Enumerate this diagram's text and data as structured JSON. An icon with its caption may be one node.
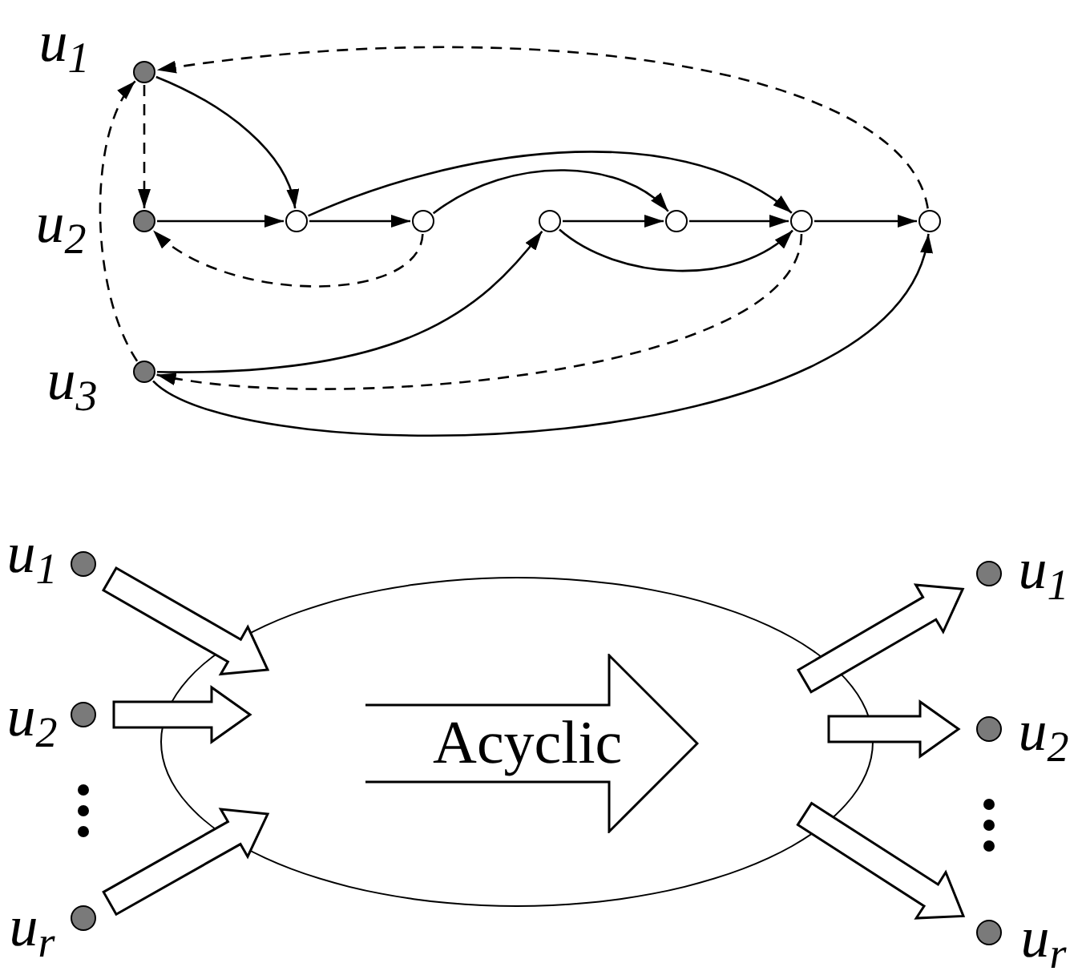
{
  "diagram": {
    "nodes": [
      {
        "text": [],
        "shape": "circle",
        "beside": [
          "u$_{1}$"
        ]
      },
      {
        "text": [],
        "shape": "circle",
        "beside": [
          "u$_{2}$"
        ]
      },
      {
        "text": [],
        "shape": "circle"
      },
      {
        "text": [],
        "shape": "circle"
      },
      {
        "text": [],
        "shape": "circle"
      },
      {
        "text": [],
        "shape": "circle"
      },
      {
        "text": [],
        "shape": "circle"
      },
      {
        "text": [],
        "shape": "circle"
      },
      {
        "text": [],
        "shape": "circle",
        "beside": [
          "u$_{3}$"
        ]
      },
      {
        "text": [],
        "shape": "circle",
        "beside": [
          "u$_{1}$"
        ]
      },
      {
        "text": [],
        "shape": "circle",
        "beside": [
          "u$_{2}$"
        ]
      },
      {
        "text": [],
        "shape": "circle",
        "beside": [
          "u$_{r}$"
        ]
      },
      {
        "text": [],
        "shape": "ellipse"
      },
      {
        "text": [
          "Acyclic"
        ],
        "in": 12
      },
      {
        "text": [],
        "shape": "circle",
        "beside": [
          "u$_{1}$"
        ]
      },
      {
        "text": [],
        "shape": "circle",
        "beside": [
          "u$_{2}$"
        ]
      },
      {
        "text": [],
        "shape": "circle",
        "beside": [
          "u$_{r}$"
        ]
      }
    ],
    "edges": [
      {
        "from": 0,
        "to": 1,
        "arrow": "to",
        "style": "dashed"
      },
      {
        "from": 0,
        "to": 2,
        "arrow": "to"
      },
      {
        "from": 1,
        "to": 2,
        "arrow": "to"
      },
      {
        "from": 2,
        "to": 3,
        "arrow": "to"
      },
      {
        "from": 3,
        "to": 1,
        "arrow": "to",
        "style": "dashed"
      },
      {
        "from": 2,
        "to": 6,
        "arrow": "to"
      },
      {
        "from": 3,
        "to": 5,
        "arrow": "to"
      },
      {
        "from": 4,
        "to": 5,
        "arrow": "to"
      },
      {
        "from": 5,
        "to": 6,
        "arrow": "to"
      },
      {
        "from": 4,
        "to": 6,
        "arrow": "to"
      },
      {
        "from": 6,
        "to": 7,
        "arrow": "to"
      },
      {
        "from": 8,
        "to": 4,
        "arrow": "to"
      },
      {
        "from": 6,
        "to": 8,
        "arrow": "to",
        "style": "dashed"
      },
      {
        "from": 8,
        "to": 7,
        "arrow": "to"
      },
      {
        "from": 7,
        "to": 0,
        "arrow": "to",
        "style": "dashed"
      },
      {
        "from": 8,
        "to": 0,
        "arrow": "to",
        "style": "dashed"
      },
      {
        "from": 9,
        "to": 12,
        "arrow": "to",
        "style": "thick"
      },
      {
        "from": 10,
        "to": 12,
        "arrow": "to",
        "style": "thick"
      },
      {
        "from": 11,
        "to": 12,
        "arrow": "to",
        "style": "thick"
      },
      {
        "from": 12,
        "to": 14,
        "arrow": "to",
        "style": "thick"
      },
      {
        "from": 12,
        "to": 15,
        "arrow": "to",
        "style": "thick"
      },
      {
        "from": 12,
        "to": 16,
        "arrow": "to",
        "style": "thick"
      }
    ]
  }
}
